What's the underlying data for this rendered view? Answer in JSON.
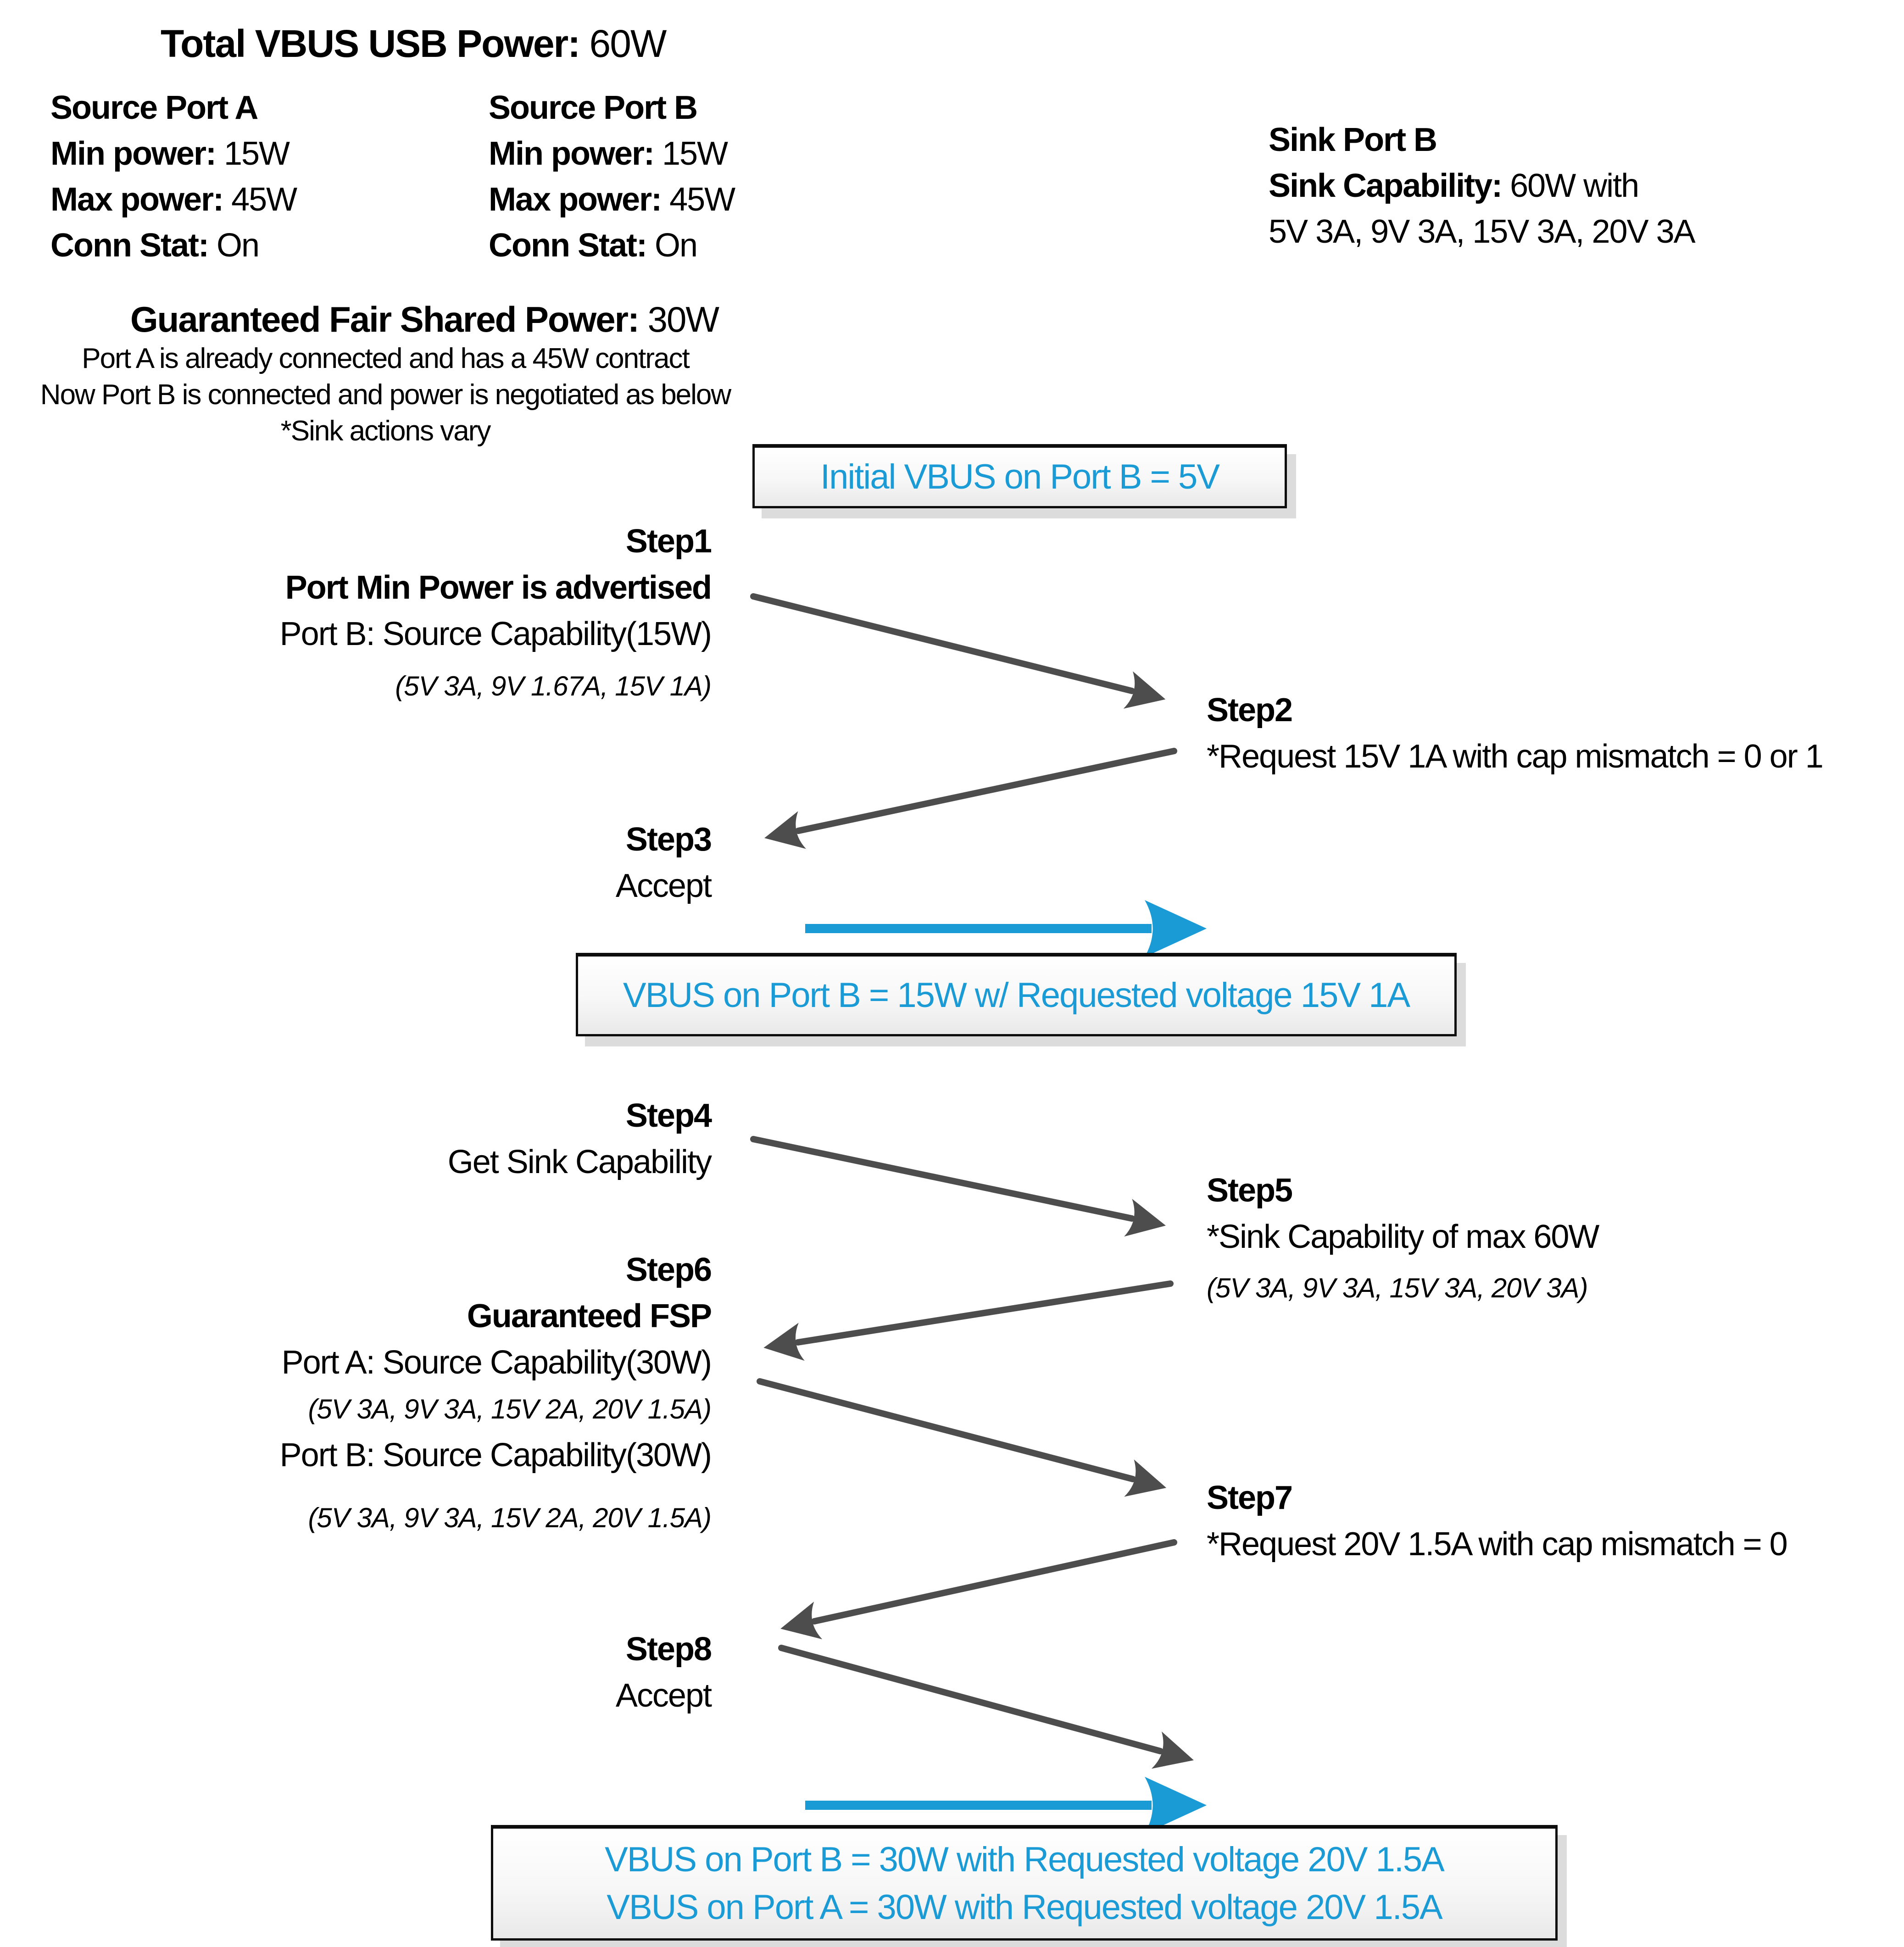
{
  "colors": {
    "accent": "#1b9bd6",
    "arrow": "#4d4d4d"
  },
  "title": {
    "label": "Total VBUS USB Power:",
    "value": " 60W"
  },
  "source_port_a": {
    "title": "Source Port A",
    "min_label": "Min power:",
    "min_value": " 15W",
    "max_label": "Max power:",
    "max_value": " 45W",
    "conn_label": "Conn Stat:",
    "conn_value": " On"
  },
  "source_port_b": {
    "title": "Source Port B",
    "min_label": "Min power:",
    "min_value": " 15W",
    "max_label": "Max power:",
    "max_value": " 45W",
    "conn_label": "Conn Stat:",
    "conn_value": " On"
  },
  "sink_port_b": {
    "title": "Sink Port B",
    "cap_label": "Sink Capability:",
    "cap_value": " 60W with",
    "detail": "5V 3A, 9V 3A, 15V 3A, 20V 3A"
  },
  "fair_share": {
    "label": "Guaranteed Fair Shared Power:",
    "value": " 30W",
    "note1": "Port A is already connected and has a 45W contract",
    "note2": "Now Port B is connected and power is negotiated as below",
    "note3": "*Sink actions vary"
  },
  "banner_initial": {
    "text": "Initial VBUS on Port B = 5V"
  },
  "banner_mid": {
    "text": "VBUS on Port B = 15W w/ Requested voltage 15V 1A"
  },
  "banner_final": {
    "line1": "VBUS on Port B = 30W with Requested voltage 20V 1.5A",
    "line2": "VBUS on Port A = 30W with Requested voltage 20V 1.5A"
  },
  "step1": {
    "title": "Step1",
    "line1": "Port Min Power is advertised",
    "line2": "Port B: Source Capability(15W)",
    "detail": "(5V 3A, 9V 1.67A, 15V 1A)"
  },
  "step2": {
    "title": "Step2",
    "line1": "*Request 15V 1A with cap mismatch = 0 or 1"
  },
  "step3": {
    "title": "Step3",
    "line1": "Accept"
  },
  "step4": {
    "title": "Step4",
    "line1": "Get Sink Capability"
  },
  "step5": {
    "title": "Step5",
    "line1": "*Sink Capability of max 60W",
    "detail": "(5V 3A, 9V 3A, 15V 3A, 20V 3A)"
  },
  "step6": {
    "title": "Step6",
    "line1": "Guaranteed FSP",
    "line2": "Port A: Source Capability(30W)",
    "detail1": "(5V 3A, 9V 3A, 15V 2A, 20V 1.5A)",
    "line3": "Port B: Source Capability(30W)",
    "detail2": "(5V 3A, 9V 3A, 15V 2A, 20V 1.5A)"
  },
  "step7": {
    "title": "Step7",
    "line1": "*Request 20V 1.5A with cap mismatch = 0"
  },
  "step8": {
    "title": "Step8",
    "line1": "Accept"
  }
}
